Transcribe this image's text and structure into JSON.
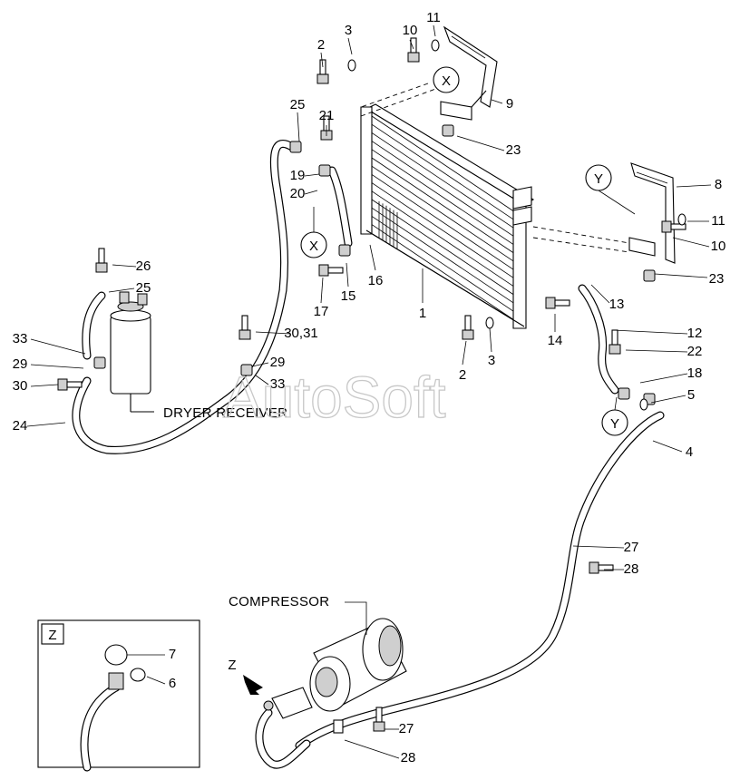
{
  "watermark": "AutoSoft",
  "captions": {
    "dryer": "DRYER RECEIVER",
    "compressor": "COMPRESSOR"
  },
  "view_markers": {
    "x": "X",
    "y": "Y",
    "z": "Z"
  },
  "callouts": [
    "1",
    "2",
    "3",
    "4",
    "5",
    "6",
    "7",
    "8",
    "9",
    "10",
    "11",
    "12",
    "13",
    "14",
    "15",
    "16",
    "17",
    "18",
    "19",
    "20",
    "21",
    "22",
    "23",
    "24",
    "25",
    "26",
    "27",
    "28",
    "29",
    "30,31",
    "33",
    "2",
    "3",
    "10",
    "11",
    "23",
    "25",
    "27",
    "28",
    "29",
    "33",
    "30"
  ]
}
